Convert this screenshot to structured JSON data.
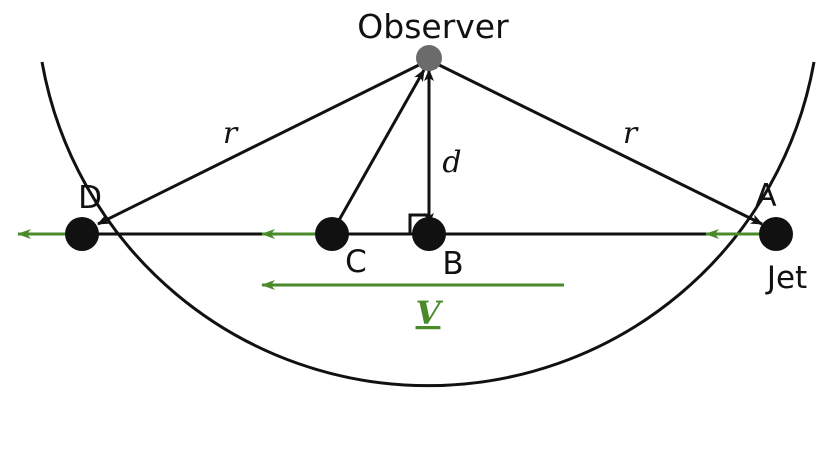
{
  "labels": {
    "observer": "Observer",
    "point_d": "D",
    "point_c": "C",
    "point_b": "B",
    "point_a": "A",
    "jet": "Jet",
    "distance_left": "r",
    "distance_right": "r",
    "perpendicular_distance": "d",
    "velocity": "V"
  },
  "colors": {
    "line": "#111111",
    "observer_point": "#6b6b6b",
    "velocity": "#4a8a2a"
  }
}
